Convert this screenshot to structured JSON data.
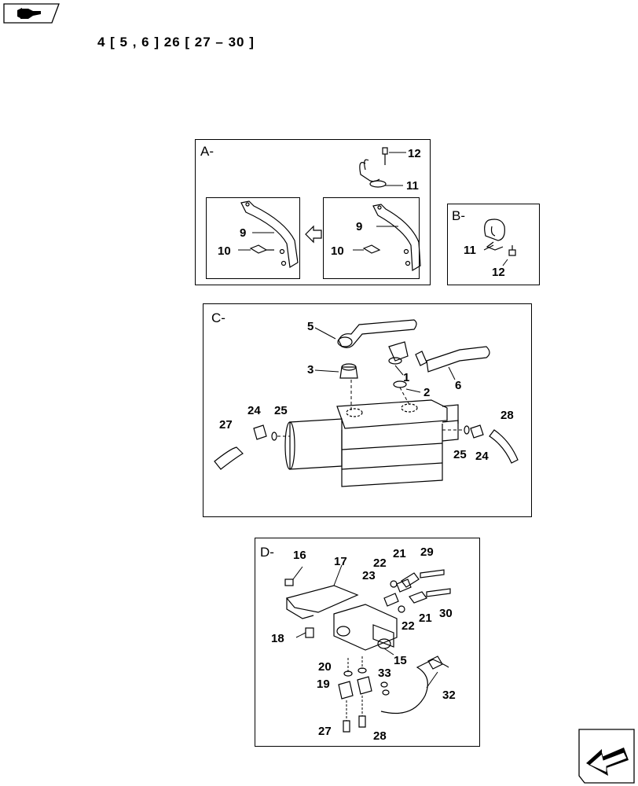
{
  "header": {
    "ref_line": "4 [ 5 , 6 ]   26 [ 27 – 30 ]",
    "icon": "book-pointer-icon"
  },
  "panels": {
    "A": {
      "label": "A-",
      "callouts": [
        "12",
        "11",
        "9",
        "10",
        "9",
        "10"
      ]
    },
    "B": {
      "label": "B-",
      "callouts": [
        "11",
        "12"
      ]
    },
    "C": {
      "label": "C-",
      "callouts": [
        "5",
        "3",
        "1",
        "2",
        "6",
        "24",
        "25",
        "27",
        "28",
        "25",
        "24"
      ]
    },
    "D": {
      "label": "D-",
      "callouts": [
        "16",
        "17",
        "21",
        "29",
        "22",
        "23",
        "21",
        "22",
        "30",
        "18",
        "15",
        "20",
        "19",
        "33",
        "32",
        "27",
        "28"
      ]
    }
  },
  "footer": {
    "icon": "next-page-arrow-icon"
  }
}
